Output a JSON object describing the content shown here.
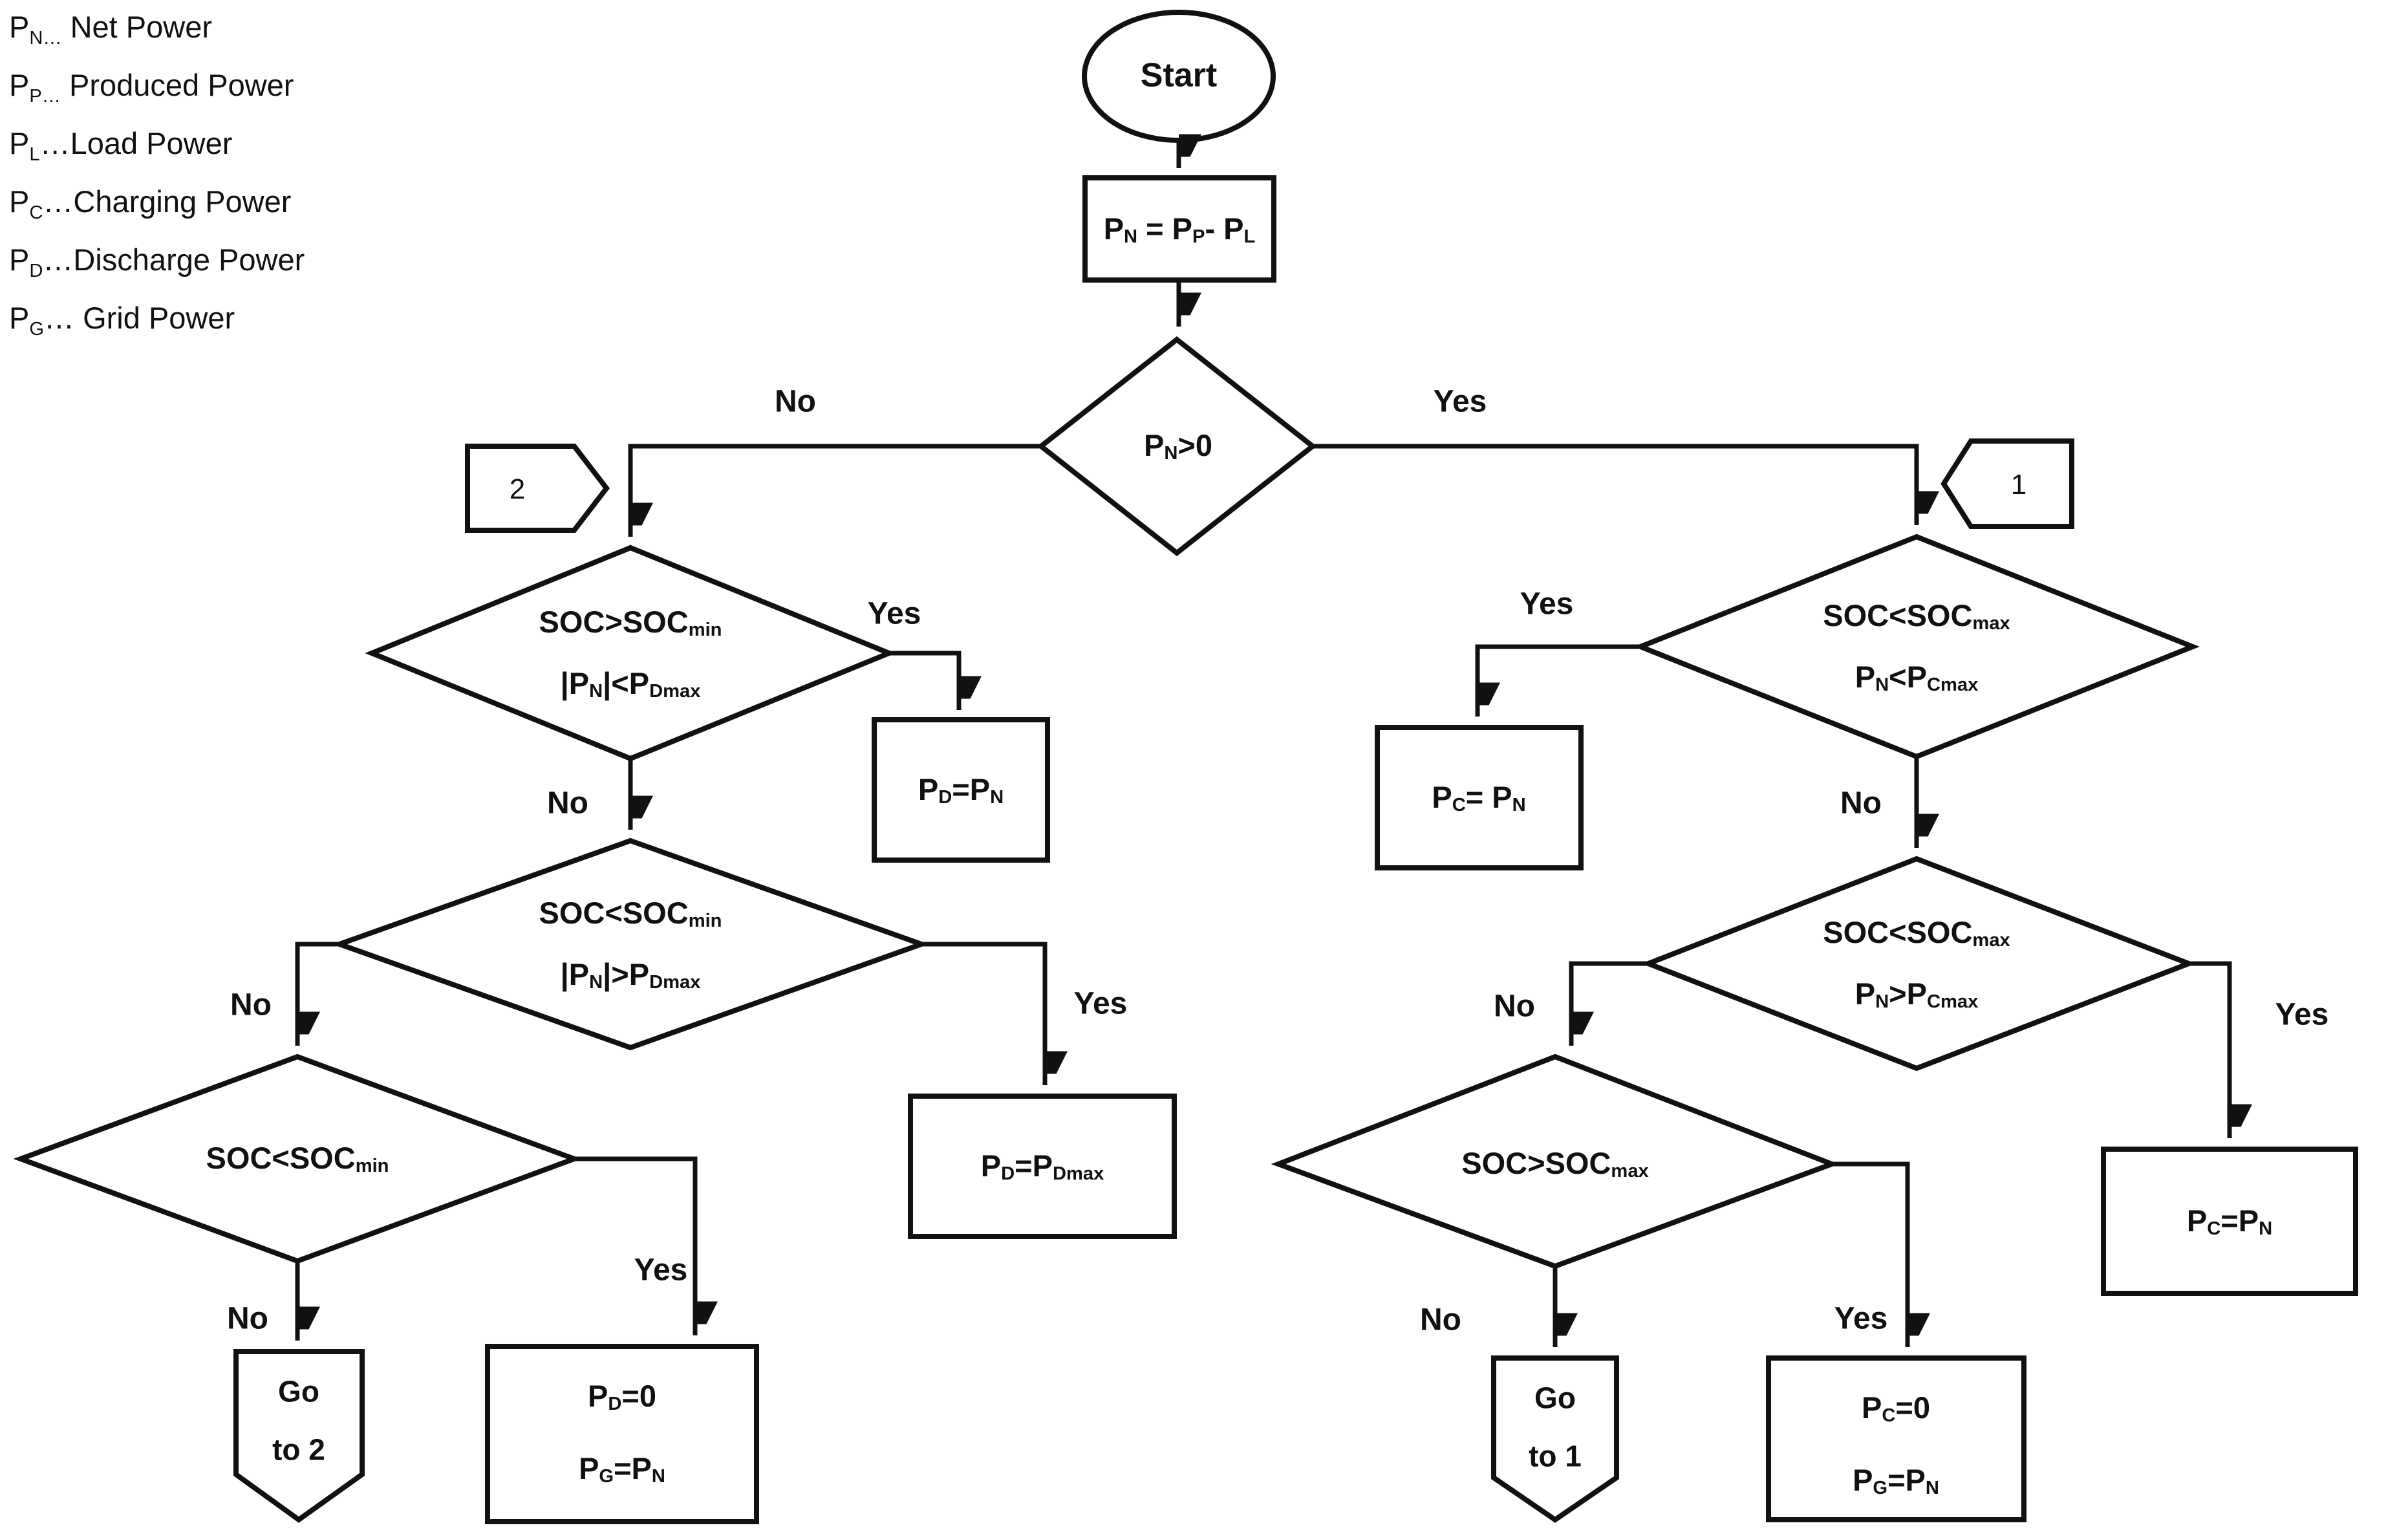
{
  "colors": {
    "ink": "#111111",
    "background": "#ffffff"
  },
  "legend": {
    "items": [
      {
        "runs": [
          {
            "t": "P"
          },
          {
            "t": "N…",
            "sub": true
          },
          {
            "t": " Net Power"
          }
        ]
      },
      {
        "runs": [
          {
            "t": "P"
          },
          {
            "t": "P…",
            "sub": true
          },
          {
            "t": " Produced Power"
          }
        ]
      },
      {
        "runs": [
          {
            "t": "P"
          },
          {
            "t": "L",
            "sub": true
          },
          {
            "t": "…Load Power"
          }
        ]
      },
      {
        "runs": [
          {
            "t": "P"
          },
          {
            "t": "C",
            "sub": true
          },
          {
            "t": "…Charging Power"
          }
        ]
      },
      {
        "runs": [
          {
            "t": "P"
          },
          {
            "t": "D",
            "sub": true
          },
          {
            "t": "…Discharge Power"
          }
        ]
      },
      {
        "runs": [
          {
            "t": "P"
          },
          {
            "t": "G",
            "sub": true
          },
          {
            "t": "… Grid Power"
          }
        ]
      }
    ]
  },
  "nodes": {
    "start": {
      "title": "Start"
    },
    "net_power_calc": {
      "runs": [
        {
          "t": "P"
        },
        {
          "t": "N",
          "sub": true
        },
        {
          "t": " = P"
        },
        {
          "t": "P",
          "sub": true
        },
        {
          "t": "- P"
        },
        {
          "t": "L",
          "sub": true
        }
      ]
    },
    "pn_positive": {
      "runs": [
        {
          "t": "P"
        },
        {
          "t": "N",
          "sub": true
        },
        {
          "t": ">0"
        }
      ]
    },
    "connector_2": {
      "label": "2"
    },
    "connector_1": {
      "label": "1"
    },
    "soc_gt_min_abs_pn_lt_pdmax": {
      "line1": [
        {
          "t": "SOC>SOC"
        },
        {
          "t": "min",
          "sub": true
        }
      ],
      "line2": [
        {
          "t": "|P"
        },
        {
          "t": "N",
          "sub": true
        },
        {
          "t": "|<P"
        },
        {
          "t": "Dmax",
          "sub": true
        }
      ]
    },
    "soc_lt_min_abs_pn_gt_pdmax": {
      "line1": [
        {
          "t": "SOC<SOC"
        },
        {
          "t": "min",
          "sub": true
        }
      ],
      "line2": [
        {
          "t": "|P"
        },
        {
          "t": "N",
          "sub": true
        },
        {
          "t": "|>P"
        },
        {
          "t": "Dmax",
          "sub": true
        }
      ]
    },
    "soc_lt_min": {
      "line1": [
        {
          "t": "SOC<SOC"
        },
        {
          "t": "min",
          "sub": true
        }
      ]
    },
    "pd_eq_pn": {
      "line1": [
        {
          "t": "P"
        },
        {
          "t": "D",
          "sub": true
        },
        {
          "t": "=P"
        },
        {
          "t": "N",
          "sub": true
        }
      ]
    },
    "pd_eq_pdmax": {
      "line1": [
        {
          "t": "P"
        },
        {
          "t": "D",
          "sub": true
        },
        {
          "t": "=P"
        },
        {
          "t": "Dmax",
          "sub": true
        }
      ]
    },
    "pd_zero_pg_pn": {
      "line1": [
        {
          "t": "P"
        },
        {
          "t": "D",
          "sub": true
        },
        {
          "t": "=0"
        }
      ],
      "line2": [
        {
          "t": "P"
        },
        {
          "t": "G",
          "sub": true
        },
        {
          "t": "=P"
        },
        {
          "t": "N",
          "sub": true
        }
      ]
    },
    "goto_2": {
      "line1": "Go",
      "line2": "to 2"
    },
    "soc_lt_max_pn_lt_pcmax": {
      "line1": [
        {
          "t": "SOC<SOC"
        },
        {
          "t": "max",
          "sub": true
        }
      ],
      "line2": [
        {
          "t": "P"
        },
        {
          "t": "N",
          "sub": true
        },
        {
          "t": "<P"
        },
        {
          "t": "Cmax",
          "sub": true
        }
      ]
    },
    "soc_lt_max_pn_gt_pcmax": {
      "line1": [
        {
          "t": "SOC<SOC"
        },
        {
          "t": "max",
          "sub": true
        }
      ],
      "line2": [
        {
          "t": "P"
        },
        {
          "t": "N",
          "sub": true
        },
        {
          "t": ">P"
        },
        {
          "t": "Cmax",
          "sub": true
        }
      ]
    },
    "soc_gt_max": {
      "line1": [
        {
          "t": "SOC>SOC"
        },
        {
          "t": "max",
          "sub": true
        }
      ]
    },
    "pc_eq_pn_left": {
      "line1": [
        {
          "t": "P"
        },
        {
          "t": "C",
          "sub": true
        },
        {
          "t": "= P"
        },
        {
          "t": "N",
          "sub": true
        }
      ]
    },
    "pc_eq_pn_right": {
      "line1": [
        {
          "t": "P"
        },
        {
          "t": "C",
          "sub": true
        },
        {
          "t": "=P"
        },
        {
          "t": "N",
          "sub": true
        }
      ]
    },
    "pc_zero_pg_pn": {
      "line1": [
        {
          "t": "P"
        },
        {
          "t": "C",
          "sub": true
        },
        {
          "t": "=0"
        }
      ],
      "line2": [
        {
          "t": "P"
        },
        {
          "t": "G",
          "sub": true
        },
        {
          "t": "=P"
        },
        {
          "t": "N",
          "sub": true
        }
      ]
    },
    "goto_1": {
      "line1": "Go",
      "line2": "to 1"
    }
  },
  "edge_labels": {
    "pn_positive_no": "No",
    "pn_positive_yes": "Yes",
    "soc_gt_min_yes": "Yes",
    "soc_gt_min_no": "No",
    "soc_lt_min_pdmax_no": "No",
    "soc_lt_min_pdmax_yes": "Yes",
    "soc_lt_min_no": "No",
    "soc_lt_min_yes": "Yes",
    "soc_lt_max_yes": "Yes",
    "soc_lt_max_no": "No",
    "soc_lt_max_pcmax_no": "No",
    "soc_lt_max_pcmax_yes": "Yes",
    "soc_gt_max_no": "No",
    "soc_gt_max_yes": "Yes"
  }
}
